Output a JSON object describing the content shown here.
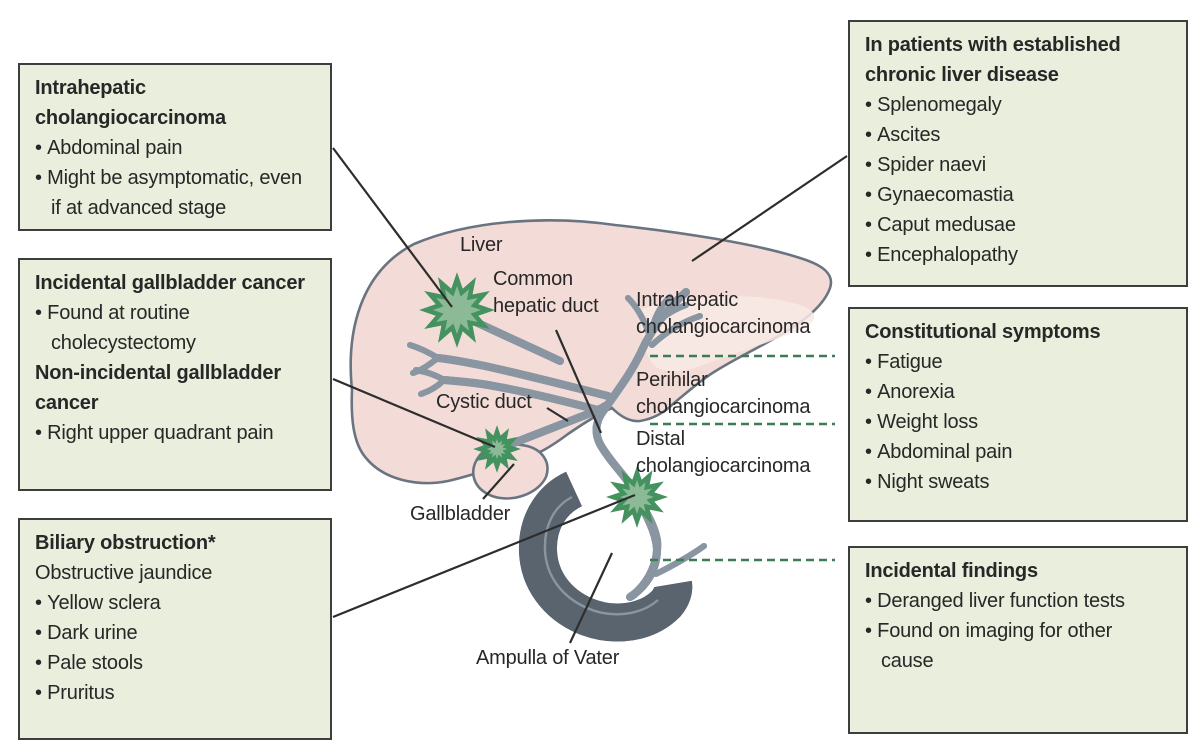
{
  "colors": {
    "panel_fill": "#e9eedd",
    "panel_border": "#3d3d3d",
    "ink": "#272727",
    "liver_fill": "#f3dcd7",
    "liver_light": "#f8eae6",
    "liver_outline": "#6a7480",
    "duct_outline": "#8a95a2",
    "duct_fill": "#ffffff",
    "duodenum_outline": "#5a646e",
    "star_fill": "#8cba97",
    "star_stroke": "#44925f",
    "dash_green": "#3a7c55",
    "pointer": "#2d2d2d"
  },
  "panels": {
    "intrahepatic": {
      "title": "Intrahepatic cholangiocarcinoma",
      "bullets": [
        "Abdominal pain",
        "Might be asymptomatic, even if at advanced stage"
      ]
    },
    "gallbladder": {
      "title": "Incidental gallbladder cancer",
      "bullets1": [
        "Found at routine cholecystectomy"
      ],
      "title2": "Non-incidental gallbladder cancer",
      "bullets2": [
        "Right upper quadrant pain"
      ]
    },
    "biliary": {
      "title": "Biliary obstruction*",
      "subtitle": "Obstructive jaundice",
      "bullets": [
        "Yellow sclera",
        "Dark urine",
        "Pale stools",
        "Pruritus"
      ]
    },
    "chronic": {
      "title": "In patients with established chronic liver disease",
      "bullets": [
        "Splenomegaly",
        "Ascites",
        "Spider naevi",
        "Gynaecomastia",
        "Caput medusae",
        "Encephalopathy"
      ]
    },
    "constitutional": {
      "title": "Constitutional symptoms",
      "bullets": [
        "Fatigue",
        "Anorexia",
        "Weight loss",
        "Abdominal pain",
        "Night sweats"
      ]
    },
    "incidental": {
      "title": "Incidental findings",
      "bullets": [
        "Deranged liver function tests",
        "Found on imaging for other cause"
      ]
    }
  },
  "labels": {
    "liver": "Liver",
    "common_hepatic_duct": "Common hepatic duct",
    "intrahepatic": "Intrahepatic cholangiocarcinoma",
    "perihilar": "Perihilar cholangiocarcinoma",
    "distal": "Distal cholangiocarcinoma",
    "cystic_duct": "Cystic duct",
    "gallbladder": "Gallbladder",
    "ampulla": "Ampulla of Vater"
  },
  "markers": {
    "type": "tumour-site-starburst",
    "count": 3
  }
}
